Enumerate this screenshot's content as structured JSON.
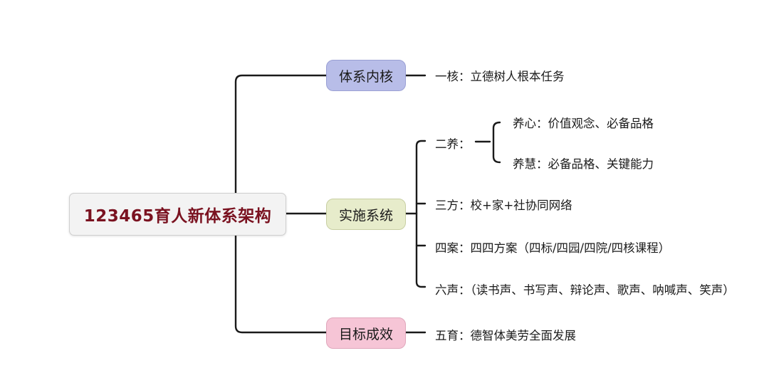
{
  "root": {
    "label": "123465育人新体系架构"
  },
  "branches": {
    "core": {
      "label": "体系内核",
      "color": "#b8bde8"
    },
    "impl": {
      "label": "实施系统",
      "color": "#e7eccb"
    },
    "goal": {
      "label": "目标成效",
      "color": "#f6c5d6"
    }
  },
  "leaves": {
    "core": "一核：立德树人根本任务",
    "er": "二养：",
    "er_sub": [
      "养心：价值观念、必备品格",
      "养慧：必备品格、关键能力"
    ],
    "san": "三方：校+家+社协同网络",
    "si": "四案：四四方案（四标/四园/四院/四核课程）",
    "liu": "六声：（读书声、书写声、辩论声、歌声、呐喊声、笑声）",
    "goal": "五育：德智体美劳全面发展"
  },
  "colors": {
    "root_text": "#7a1220",
    "line": "#1a1a1a"
  }
}
